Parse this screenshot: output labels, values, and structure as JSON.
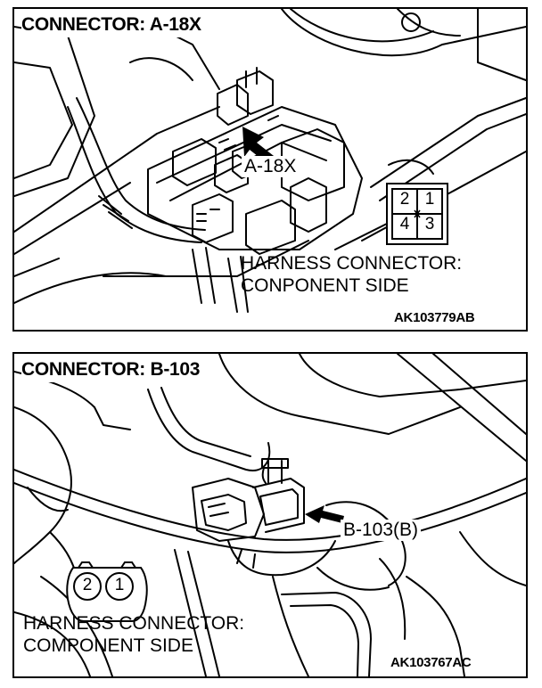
{
  "panels": [
    {
      "title": "CONNECTOR: A-18X",
      "callout": "A-18X",
      "harness_line1": "HARNESS CONNECTOR:",
      "harness_line2": "CONPONENT SIDE",
      "code": "AK103779AB",
      "pins": [
        "2",
        "1",
        "4",
        "3"
      ]
    },
    {
      "title": "CONNECTOR: B-103",
      "callout": "B-103(B)",
      "harness_line1": "HARNESS CONNECTOR:",
      "harness_line2": "COMPONENT SIDE",
      "code": "AK103767AC",
      "pins": [
        "2",
        "1"
      ]
    }
  ]
}
